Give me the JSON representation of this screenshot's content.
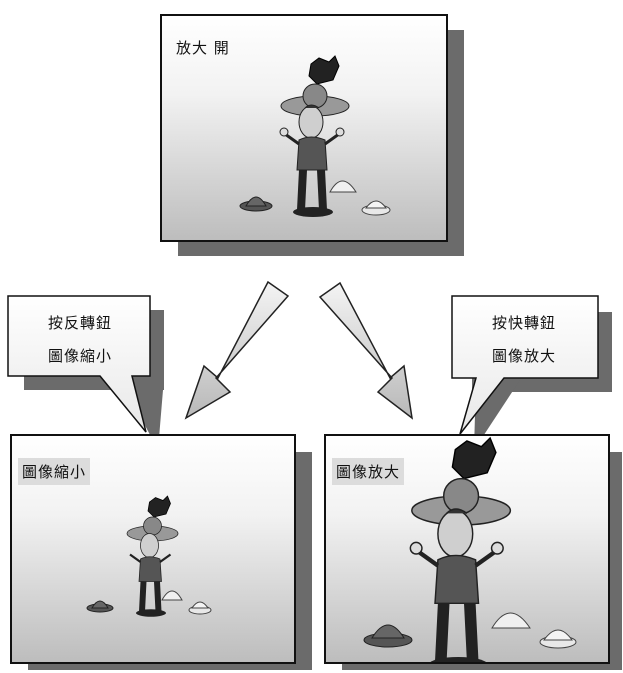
{
  "top_panel": {
    "label": "放大 開"
  },
  "left_callout": {
    "line1": "按反轉鈕",
    "line2": "圖像縮小"
  },
  "right_callout": {
    "line1": "按快轉鈕",
    "line2": "圖像放大"
  },
  "bottom_left_panel": {
    "label": "圖像縮小"
  },
  "bottom_right_panel": {
    "label": "圖像放大"
  }
}
